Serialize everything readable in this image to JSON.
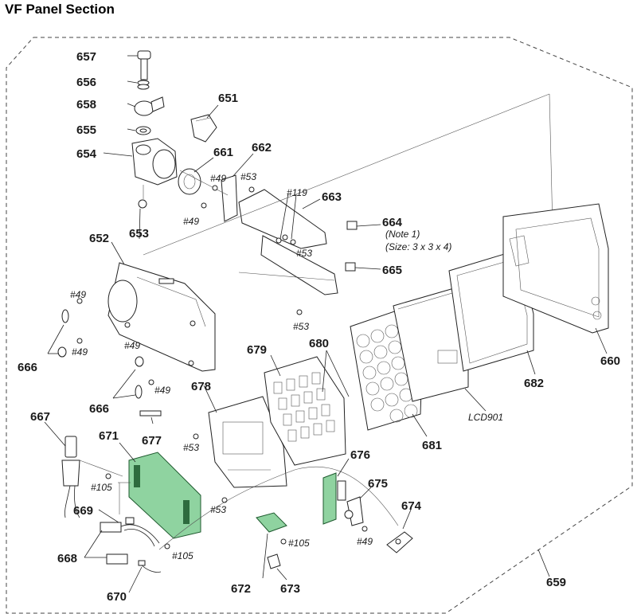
{
  "title": "VF Panel Section",
  "part_labels": [
    "657",
    "656",
    "658",
    "655",
    "654",
    "653",
    "651",
    "661",
    "662",
    "663",
    "664",
    "665",
    "652",
    "666",
    "666",
    "677",
    "678",
    "679",
    "680",
    "667",
    "671",
    "669",
    "668",
    "670",
    "672",
    "673",
    "676",
    "675",
    "674",
    "681",
    "682",
    "660",
    "659"
  ],
  "screw_labels": [
    "#49",
    "#49",
    "#53",
    "#119",
    "#53",
    "#53",
    "#49",
    "#49",
    "#49",
    "#49",
    "#53",
    "#105",
    "#53",
    "#105",
    "#105",
    "#49"
  ],
  "notes": [
    "(Note 1)",
    "(Size: 3 x 3 x 4)"
  ],
  "lcd_label": "LCD901",
  "colors": {
    "board_green": "#8fd3a0",
    "line": "#222222"
  }
}
